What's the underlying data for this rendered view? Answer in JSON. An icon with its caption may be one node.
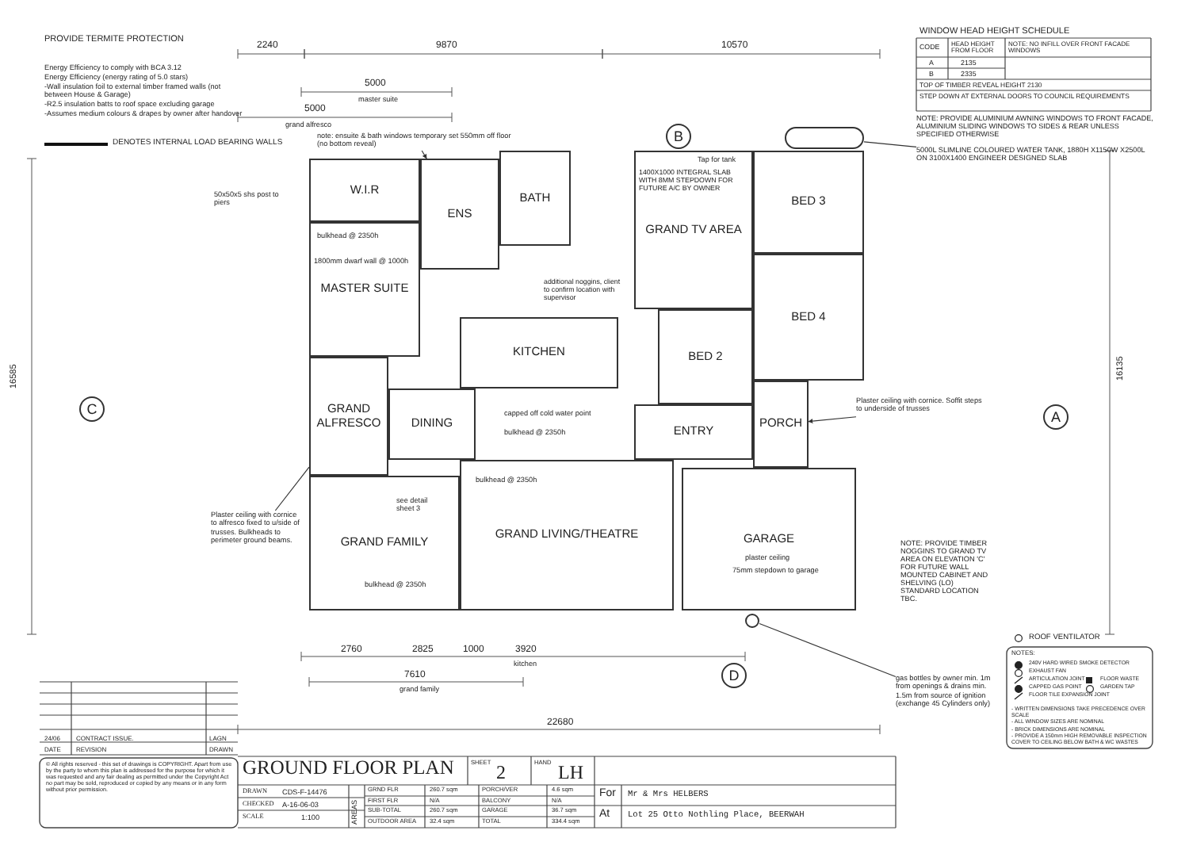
{
  "diagram": {
    "title": "GROUND FLOOR PLAN",
    "nodes": [
      {
        "text": [
          "MASTER SUITE"
        ]
      },
      {
        "text": [
          "W.I.R"
        ]
      },
      {
        "text": [
          "ENS"
        ]
      },
      {
        "text": [
          "BATH"
        ]
      },
      {
        "text": [
          "GRAND TV AREA"
        ]
      },
      {
        "text": [
          "BED 3"
        ]
      },
      {
        "text": [
          "BED 4"
        ]
      },
      {
        "text": [
          "BED 2"
        ]
      },
      {
        "text": [
          "KITCHEN"
        ]
      },
      {
        "text": [
          "DINING"
        ]
      },
      {
        "text": [
          "GRAND ALFRESCO"
        ]
      },
      {
        "text": [
          "GRAND FAMILY"
        ]
      },
      {
        "text": [
          "GRAND LIVING/THEATRE"
        ]
      },
      {
        "text": [
          "ENTRY"
        ]
      },
      {
        "text": [
          "PORCH"
        ]
      },
      {
        "text": [
          "GARAGE"
        ]
      },
      {
        "text": [],
        "shape": "box"
      },
      {
        "text": [],
        "shape": "circle"
      },
      {
        "text": [
          "5000L SLIMLINE COLOURED WATER TANK, 1880H X1150W X2500L ON 3100X1400 ENGINEER DESIGNED SLAB"
        ]
      },
      {
        "text": [
          "gas bottles by owner min. 1m from openings & drains min. 1.5m from source of ignition (exchange 45 Cylinders only)"
        ]
      },
      {
        "text": [
          "Plaster ceiling with cornice. Soffit steps to underside of trusses"
        ]
      },
      {
        "text": [
          "note: ensuite & bath windows temporary set 550mm off floor (no bottom reveal)"
        ]
      },
      {
        "text": [
          "Plaster ceiling with cornice to alfresco fixed to u/side of trusses. Bulkheads to perimeter ground beams."
        ]
      }
    ],
    "edges": [
      {
        "from": 18,
        "to": 16,
        "arrow": "none"
      },
      {
        "from": 19,
        "to": 17,
        "arrow": "none"
      },
      {
        "from": 20,
        "to": 14,
        "arrow": "to"
      },
      {
        "from": 21,
        "to": 2,
        "arrow": "to"
      },
      {
        "from": 22,
        "to": 10,
        "arrow": "none"
      }
    ],
    "labels": [
      "PROVIDE TERMITE PROTECTION",
      "Energy Efficiency to comply with BCA 3.12",
      "Energy Efficiency (energy rating of 5.0 stars)",
      "-Wall insulation foil to external timber framed walls (not between House & Garage)",
      "-R2.5 insulation batts to roof space excluding garage",
      "-Assumes medium colours & drapes by owner after handover",
      "2240",
      "9870",
      "10570",
      "5000",
      "master suite",
      "5000",
      "grand alfresco",
      "WINDOW HEAD HEIGHT SCHEDULE",
      "CODE",
      "HEAD HEIGHT FROM FLOOR",
      "NOTE: NO INFILL OVER FRONT FACADE WINDOWS",
      "A",
      "2135",
      "B",
      "2335",
      "TOP OF TIMBER REVEAL HEIGHT 2130",
      "STEP DOWN AT EXTERNAL DOORS TO COUNCIL REQUIREMENTS",
      "NOTE: PROVIDE ALUMINIUM AWNING WINDOWS TO FRONT FACADE, ALUMINIUM SLIDING WINDOWS TO SIDES & REAR UNLESS SPECIFIED OTHERWISE",
      "B",
      "C",
      "A",
      "D",
      "16585",
      "16135",
      "22680",
      "7610",
      "grand family",
      "2760",
      "2825",
      "1000",
      "3920",
      "kitchen",
      "bulkhead @ 2350h",
      "1800mm dwarf wall @ 1000h",
      "50x50x5 shs post to piers",
      "Tap for tank",
      "1400X1000 INTEGRAL SLAB WITH 8MM STEPDOWN FOR FUTURE A/C BY OWNER",
      "additional noggins, client to confirm location with supervisor",
      "capped off cold water point",
      "plaster ceiling",
      "75mm stepdown to garage",
      "see detail sheet 3",
      "bulkhead @ 2350h",
      "bulkhead @ 2350h",
      "bulkhead @ 2350h",
      "NOTE: PROVIDE TIMBER NOGGINS TO GRAND TV AREA ON ELEVATION 'C' FOR FUTURE WALL MOUNTED CABINET AND SHELVING (LO) STANDARD LOCATION TBC.",
      "24/06",
      "CONTRACT ISSUE.",
      "LAGN",
      "DATE",
      "REVISION",
      "DRAWN",
      "© All rights reserved - this set of drawings is COPYRIGHT. Apart from use by the party to whom this plan is addressed for the purpose for which it was requested and any fair dealing as permitted under the Copyright Act no part may be sold, reproduced or copied by any means or in any form without prior permission.",
      "SHEET",
      "2",
      "HAND",
      "LH",
      "For",
      "Mr & Mrs HELBERS",
      "At",
      "Lot 25 Otto Nothling Place, BEERWAH",
      "DRAWN",
      "CDS-F-14476",
      "CHECKED",
      "A-16-06-03",
      "SCALE",
      "1:100",
      "AREAS",
      "GRND FLR",
      "260.7 sqm",
      "PORCH/VER",
      "4.6 sqm",
      "FIRST FLR",
      "N/A",
      "BALCONY",
      "N/A",
      "SUB-TOTAL",
      "260.7 sqm",
      "GARAGE",
      "36.7 sqm",
      "OUTDOOR AREA",
      "32.4 sqm",
      "TOTAL",
      "334.4 sqm",
      "NOTES:",
      "- WRITTEN DIMENSIONS TAKE PRECEDENCE OVER SCALE",
      "- ALL WINDOW SIZES ARE NOMINAL",
      "- BRICK DIMENSIONS ARE NOMINAL",
      "- PROVIDE A 150mm HIGH REMOVABLE INSPECTION COVER TO CEILING BELOW BATH & WC WASTES"
    ],
    "legend": [
      {
        "text": "DENOTES INTERNAL LOAD BEARING WALLS"
      },
      {
        "text": "ROOF VENTILATOR"
      },
      {
        "text": "240V HARD WIRED SMOKE DETECTOR"
      },
      {
        "text": "EXHAUST FAN"
      },
      {
        "text": "ARTICULATION JOINT"
      },
      {
        "text": "FLOOR WASTE"
      },
      {
        "text": "CAPPED GAS POINT"
      },
      {
        "text": "GARDEN TAP"
      },
      {
        "text": "FLOOR TILE EXPANSION JOINT"
      }
    ]
  }
}
